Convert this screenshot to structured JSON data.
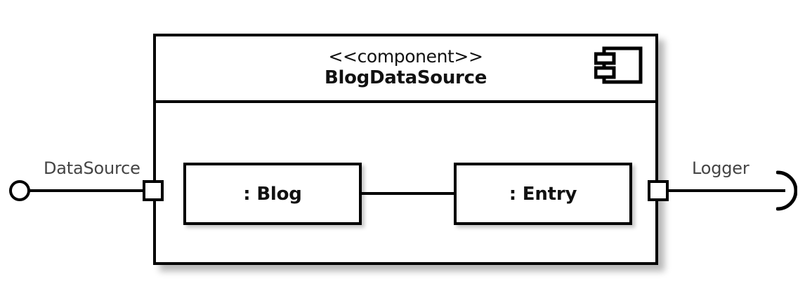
{
  "diagram": {
    "type": "uml-component-diagram",
    "component": {
      "stereotype": "<<component>>",
      "name": "BlogDataSource",
      "icon": "component-icon"
    },
    "parts": [
      {
        "label": ": Blog"
      },
      {
        "label": ": Entry"
      }
    ],
    "connector": {
      "from": ": Blog",
      "to": ": Entry",
      "style": "plain-line"
    },
    "interfaces": [
      {
        "name": "DataSource",
        "kind": "provided",
        "symbol": "ball",
        "side": "left"
      },
      {
        "name": "Logger",
        "kind": "required",
        "symbol": "socket",
        "side": "right"
      }
    ],
    "ports": [
      {
        "side": "left"
      },
      {
        "side": "right"
      }
    ],
    "colors": {
      "stroke": "#000000",
      "background": "#ffffff",
      "label_text": "#444444",
      "title_text": "#111111"
    }
  }
}
